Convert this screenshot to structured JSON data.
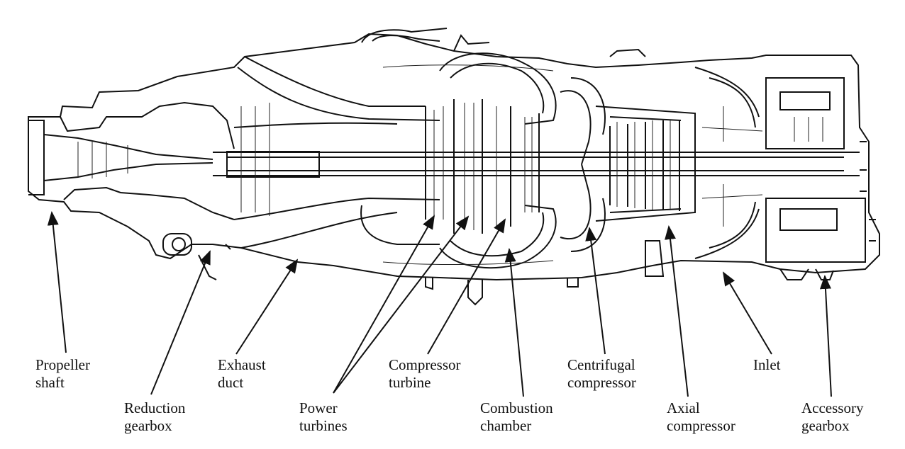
{
  "diagram": {
    "labels": [
      {
        "id": "propeller-shaft",
        "lines": [
          "Propeller",
          "shaft"
        ]
      },
      {
        "id": "reduction-gearbox",
        "lines": [
          "Reduction",
          "gearbox"
        ]
      },
      {
        "id": "exhaust-duct",
        "lines": [
          "Exhaust",
          "duct"
        ]
      },
      {
        "id": "power-turbines",
        "lines": [
          "Power",
          "turbines"
        ]
      },
      {
        "id": "compressor-turbine",
        "lines": [
          "Compressor",
          "turbine"
        ]
      },
      {
        "id": "combustion-chamber",
        "lines": [
          "Combustion",
          "chamber"
        ]
      },
      {
        "id": "centrifugal-compressor",
        "lines": [
          "Centrifugal",
          "compressor"
        ]
      },
      {
        "id": "axial-compressor",
        "lines": [
          "Axial",
          "compressor"
        ]
      },
      {
        "id": "inlet",
        "lines": [
          "Inlet"
        ]
      },
      {
        "id": "accessory-gearbox",
        "lines": [
          "Accessory",
          "gearbox"
        ]
      }
    ]
  },
  "colors": {
    "ink": "#111111",
    "background": "#ffffff"
  }
}
